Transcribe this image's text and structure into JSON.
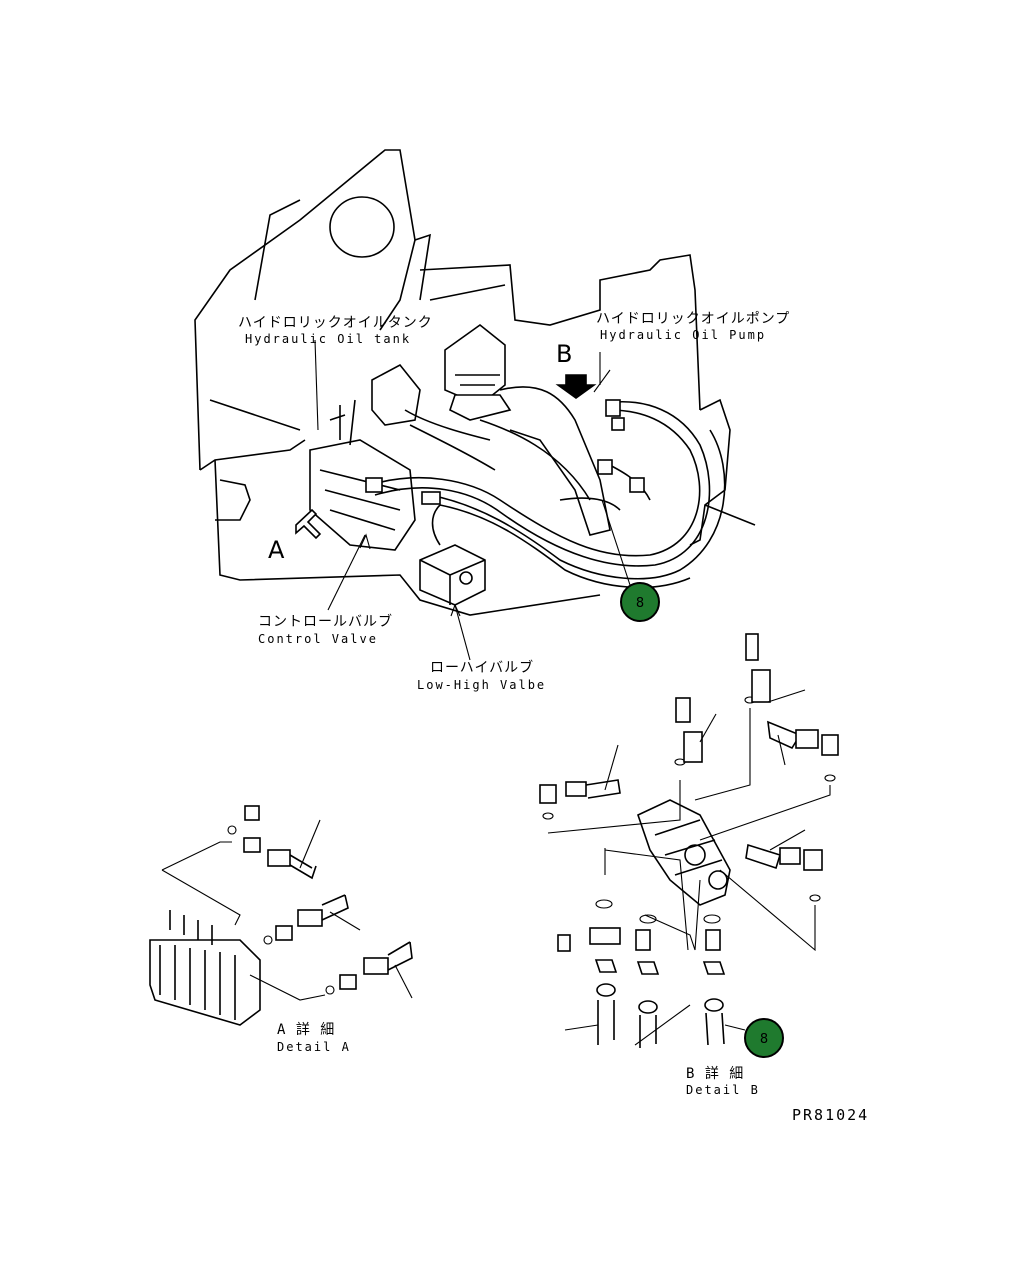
{
  "labels": {
    "tank_jp": "ハイドロリックオイルタンク",
    "tank_en": "Hydraulic Oil tank",
    "pump_jp": "ハイドロリックオイルポンプ",
    "pump_en": "Hydraulic Oil Pump",
    "control_jp": "コントロールバルブ",
    "control_en": "Control Valve",
    "lowhigh_jp": "ローハイバルブ",
    "lowhigh_en": "Low-High Valbe",
    "detail_a_jp": "A 詳 細",
    "detail_a_en": "Detail A",
    "detail_b_jp": "B 詳 細",
    "detail_b_en": "Detail B",
    "view_a": "A",
    "view_b": "B",
    "drawing_code": "PR81024"
  },
  "callouts": {
    "main": "8",
    "detail_b": "8"
  },
  "colors": {
    "callout_fill": "#1f7a2e",
    "callout_border": "#000000",
    "line": "#000000"
  }
}
